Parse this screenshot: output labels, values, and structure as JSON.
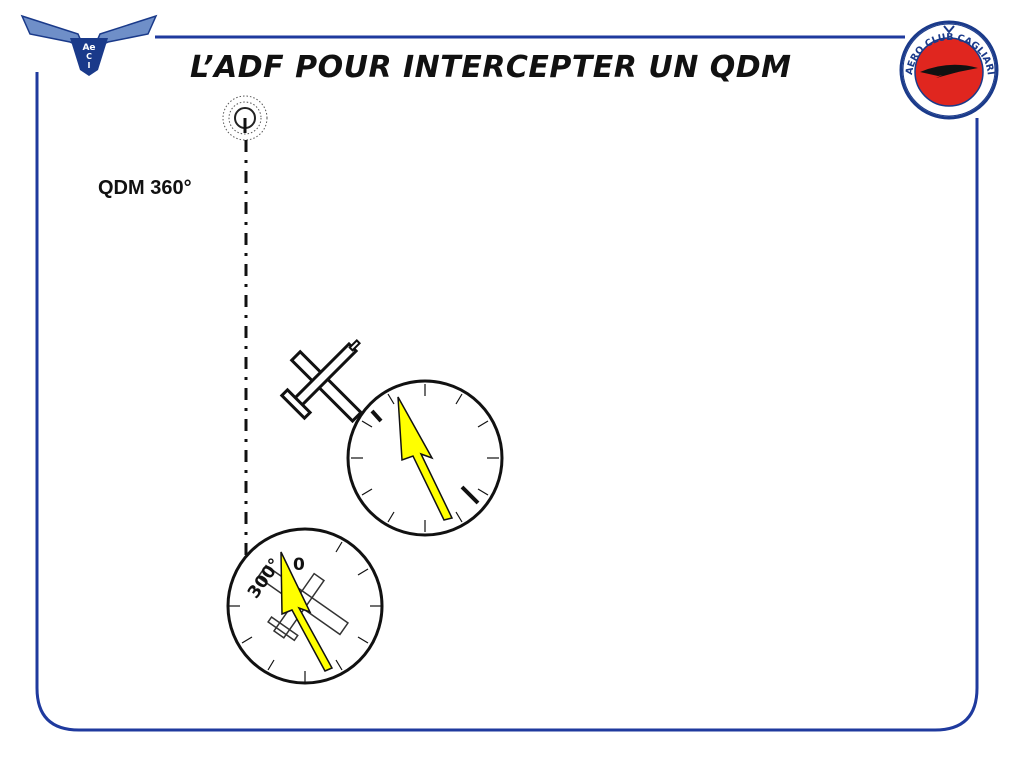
{
  "slide": {
    "title": "L’ADF POUR INTERCEPTER UN QDM",
    "qdm_label": "QDM 360°"
  },
  "logos": {
    "left_text": [
      "Ae",
      "C",
      "I"
    ],
    "right_text": "AERO CLUB CAGLIARI"
  },
  "instruments": {
    "lower_dial": {
      "heading_mark": "0",
      "bearing_mark": "300°"
    }
  },
  "colors": {
    "frame_blue": "#1f3a9e",
    "needle_yellow": "#ffff00",
    "logo_red": "#e0261f",
    "logo_blue": "#1a3a8a",
    "logo_light_blue": "#6f8fc8"
  }
}
